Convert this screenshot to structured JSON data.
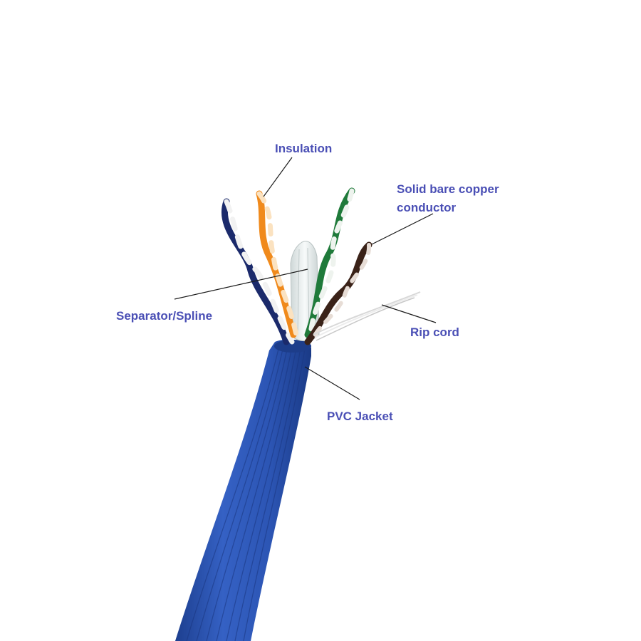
{
  "colors": {
    "label": "#4a4fb5",
    "leader": "#1a1a1a",
    "jacket": "#2c55b4",
    "jacket_dark": "#1d3f8f",
    "pair_blue": "#1b2a6b",
    "pair_orange": "#f08a1c",
    "pair_green": "#1f7a3a",
    "pair_brown": "#3a2218",
    "spline": "#e9eeee",
    "ripcord": "#dcdcdc"
  },
  "labels": {
    "insulation": "Insulation",
    "copper": [
      "Solid bare copper",
      "conductor"
    ],
    "separator": "Separator/Spline",
    "ripcord": "Rip cord",
    "jacket": "PVC Jacket"
  }
}
